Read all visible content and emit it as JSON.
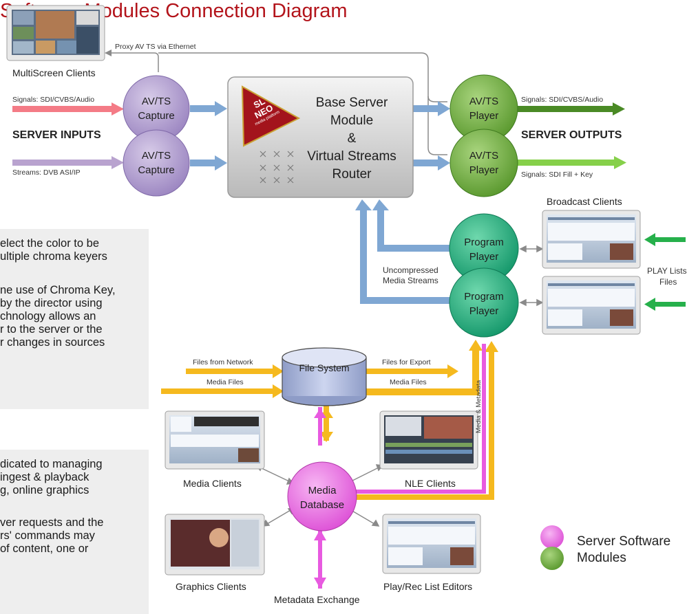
{
  "title": "Software Modules Connection Diagram",
  "labels": {
    "multiscreen_clients": "MultiScreen Clients",
    "proxy": "Proxy AV TS via Ethernet",
    "signals_in": "Signals: SDI/CVBS/Audio",
    "server_inputs": "SERVER INPUTS",
    "streams_in": "Streams: DVB ASI/IP",
    "signals_out": "Signals: SDI/CVBS/Audio",
    "server_outputs": "SERVER OUTPUTS",
    "signals_fill": "Signals: SDI Fill + Key",
    "broadcast_clients": "Broadcast  Clients",
    "uncompressed_1": "Uncompressed",
    "uncompressed_2": "Media Streams",
    "playlists_1": "PLAY Lists",
    "playlists_2": "Files",
    "files_from_network": "Files from Network",
    "media_files_in": "Media Files",
    "files_for_export": "Files for Export",
    "media_files_out": "Media Files",
    "media_metadata": "Media & Metadata",
    "media_clients": "Media Clients",
    "nle_clients": "NLE Clients",
    "graphics_clients": "Graphics Clients",
    "playrec_editors": "Play/Rec List Editors",
    "metadata_exchange": "Metadata Exchange"
  },
  "nodes": {
    "capture1": [
      "AV/TS",
      "Capture"
    ],
    "capture2": [
      "AV/TS",
      "Capture"
    ],
    "player1": [
      "AV/TS",
      "Player"
    ],
    "player2": [
      "AV/TS",
      "Player"
    ],
    "program1": [
      "Program",
      "Player"
    ],
    "program2": [
      "Program",
      "Player"
    ],
    "base_server": [
      "Base Server",
      "Module",
      "&",
      "Virtual Streams",
      "Router"
    ],
    "file_system": "File System",
    "media_database": [
      "Media",
      "Database"
    ]
  },
  "logo": {
    "line1": "SL",
    "line2": "NEO",
    "line3": "media platform"
  },
  "legend": {
    "line1": "Server Software",
    "line2": "Modules",
    "pink": "#e85ae0",
    "green": "#6aa93a"
  },
  "text_box_1": [
    "elect the color to be",
    "ultiple chroma keyers",
    "",
    "ne use of Chroma Key,",
    " by the director using",
    "chnology  allows  an",
    "r to the server or the",
    "r changes in sources"
  ],
  "text_box_2": [
    "dicated to managing",
    " ingest  &  playback",
    "g,  online  graphics",
    "",
    "ver requests and the",
    "rs'  commands  may",
    "  of  content,  one  or"
  ],
  "colors": {
    "arrow_blue": "#7fa7d3",
    "arrow_yellow": "#f5b91e",
    "arrow_pink": "#e85ae0",
    "arrow_red": "#f47b86",
    "arrow_lavender": "#b9a3cf",
    "arrow_darkgreen": "#4a8a25",
    "arrow_lightgreen": "#86d04a",
    "arrow_green": "#26b04b",
    "node_purple": "#a893c9",
    "node_green": "#6aa93a",
    "node_teal": "#1faa7a",
    "node_pink": "#e66de0"
  }
}
